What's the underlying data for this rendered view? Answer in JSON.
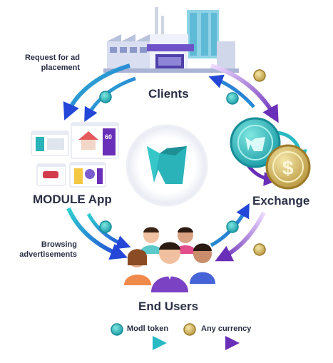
{
  "nodes": {
    "clients": "Clients",
    "module_app": "MODULE App",
    "exchange": "Exchange",
    "end_users": "End Users"
  },
  "annotations": {
    "ad_request_line1": "Request for ad",
    "ad_request_line2": "placement",
    "browsing_line1": "Browsing",
    "browsing_line2": "advertisements"
  },
  "legend": {
    "token": "Modl token",
    "currency": "Any currency"
  },
  "icons": [
    "factory-icon",
    "module-logo-icon",
    "modl-coin-icon",
    "dollar-coin-icon",
    "users-group-icon",
    "app-screens-icon"
  ],
  "colors": {
    "teal": "#27b9c4",
    "blue": "#1e4fd6",
    "purple": "#6a2fb8",
    "gold": "#d4b45a",
    "text": "#2a2f45"
  }
}
